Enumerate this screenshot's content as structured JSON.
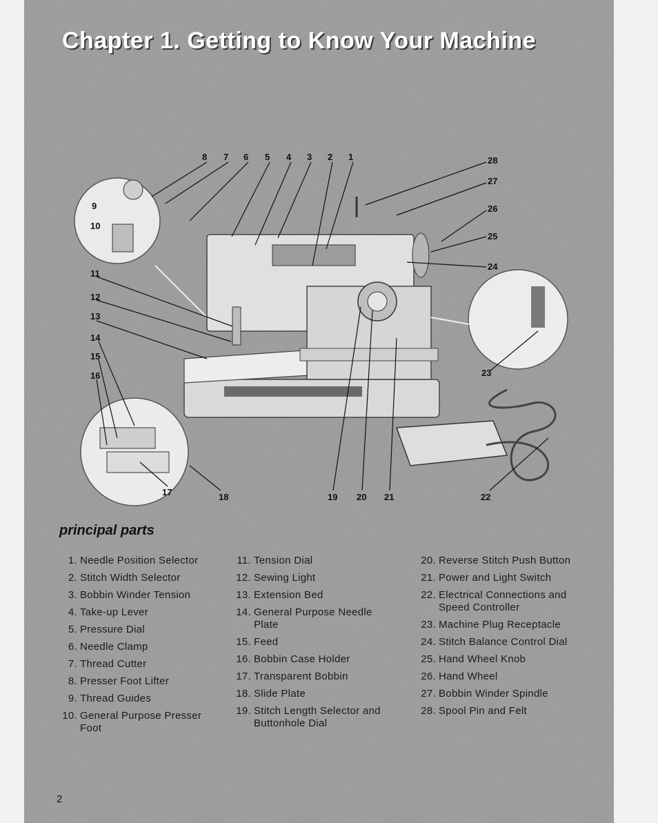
{
  "title": "Chapter 1. Getting to Know Your Machine",
  "section_heading": "principal parts",
  "page_number": "2",
  "callouts": [
    "1",
    "2",
    "3",
    "4",
    "5",
    "6",
    "7",
    "8",
    "9",
    "10",
    "11",
    "12",
    "13",
    "14",
    "15",
    "16",
    "17",
    "18",
    "19",
    "20",
    "21",
    "22",
    "23",
    "24",
    "25",
    "26",
    "27",
    "28"
  ],
  "parts_col1": [
    {
      "num": "1.",
      "text": "Needle Position Selector"
    },
    {
      "num": "2.",
      "text": "Stitch Width Selector"
    },
    {
      "num": "3.",
      "text": "Bobbin Winder Tension"
    },
    {
      "num": "4.",
      "text": "Take-up Lever"
    },
    {
      "num": "5.",
      "text": "Pressure Dial"
    },
    {
      "num": "6.",
      "text": "Needle Clamp"
    },
    {
      "num": "7.",
      "text": "Thread Cutter"
    },
    {
      "num": "8.",
      "text": "Presser Foot Lifter"
    },
    {
      "num": "9.",
      "text": "Thread Guides"
    },
    {
      "num": "10.",
      "text": "General Purpose Presser Foot"
    }
  ],
  "parts_col2": [
    {
      "num": "11.",
      "text": "Tension Dial"
    },
    {
      "num": "12.",
      "text": "Sewing Light"
    },
    {
      "num": "13.",
      "text": "Extension Bed"
    },
    {
      "num": "14.",
      "text": "General Purpose Needle Plate"
    },
    {
      "num": "15.",
      "text": "Feed"
    },
    {
      "num": "16.",
      "text": "Bobbin Case Holder"
    },
    {
      "num": "17.",
      "text": "Transparent Bobbin"
    },
    {
      "num": "18.",
      "text": "Slide Plate"
    },
    {
      "num": "19.",
      "text": "Stitch Length Selector and Buttonhole Dial"
    }
  ],
  "parts_col3": [
    {
      "num": "20.",
      "text": "Reverse Stitch Push Button"
    },
    {
      "num": "21.",
      "text": "Power and Light Switch"
    },
    {
      "num": "22.",
      "text": "Electrical Connections and Speed Controller"
    },
    {
      "num": "23.",
      "text": "Machine Plug Receptacle"
    },
    {
      "num": "24.",
      "text": "Stitch Balance Control Dial"
    },
    {
      "num": "25.",
      "text": "Hand Wheel Knob"
    },
    {
      "num": "26.",
      "text": "Hand Wheel"
    },
    {
      "num": "27.",
      "text": "Bobbin Winder Spindle"
    },
    {
      "num": "28.",
      "text": "Spool Pin and Felt"
    }
  ]
}
